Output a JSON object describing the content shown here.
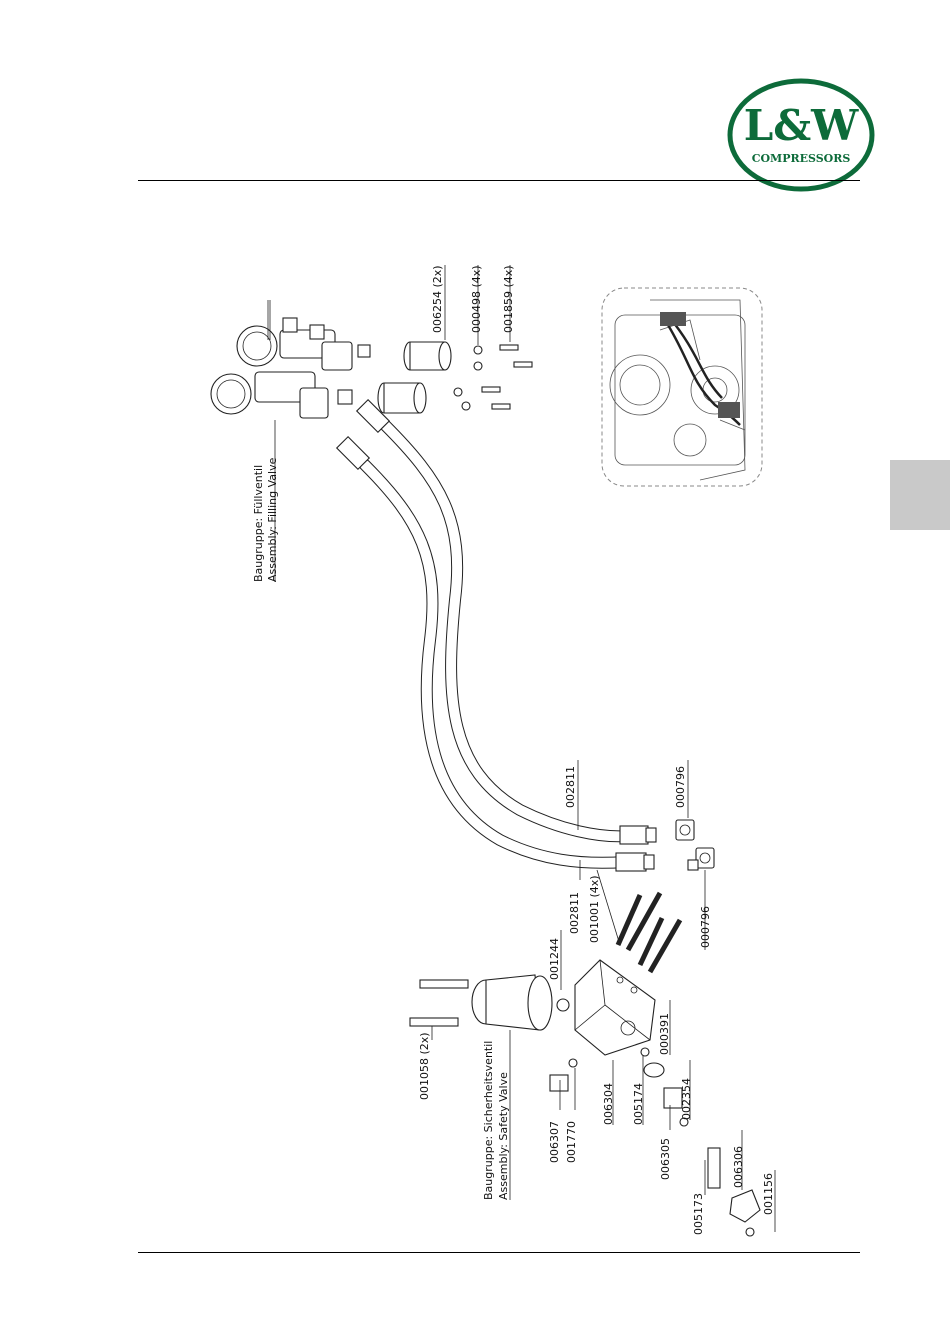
{
  "brand": {
    "logo_main": "L&W",
    "logo_sub": "COMPRESSORS",
    "color": "#0d6b3a"
  },
  "assemblies": {
    "filling_valve_de": "Baugruppe: Füllventil",
    "filling_valve_en": "Assembly: Filling Valve",
    "safety_valve_de": "Baugruppe: Sicherheitsventil",
    "safety_valve_en": "Assembly: Safety Valve"
  },
  "parts": {
    "p006254": "006254 (2x)",
    "p000498": "000498 (4x)",
    "p001859": "001859 (4x)",
    "p002811_a": "002811",
    "p002811_b": "002811",
    "p000796_a": "000796",
    "p000796_b": "000796",
    "p001001": "001001 (4x)",
    "p001244": "001244",
    "p001058": "001058 (2x)",
    "p000391": "000391",
    "p006304": "006304",
    "p005174": "005174",
    "p002354": "002354",
    "p006307": "006307",
    "p001770": "001770",
    "p006305": "006305",
    "p005173": "005173",
    "p006306": "006306",
    "p001156": "001156"
  }
}
